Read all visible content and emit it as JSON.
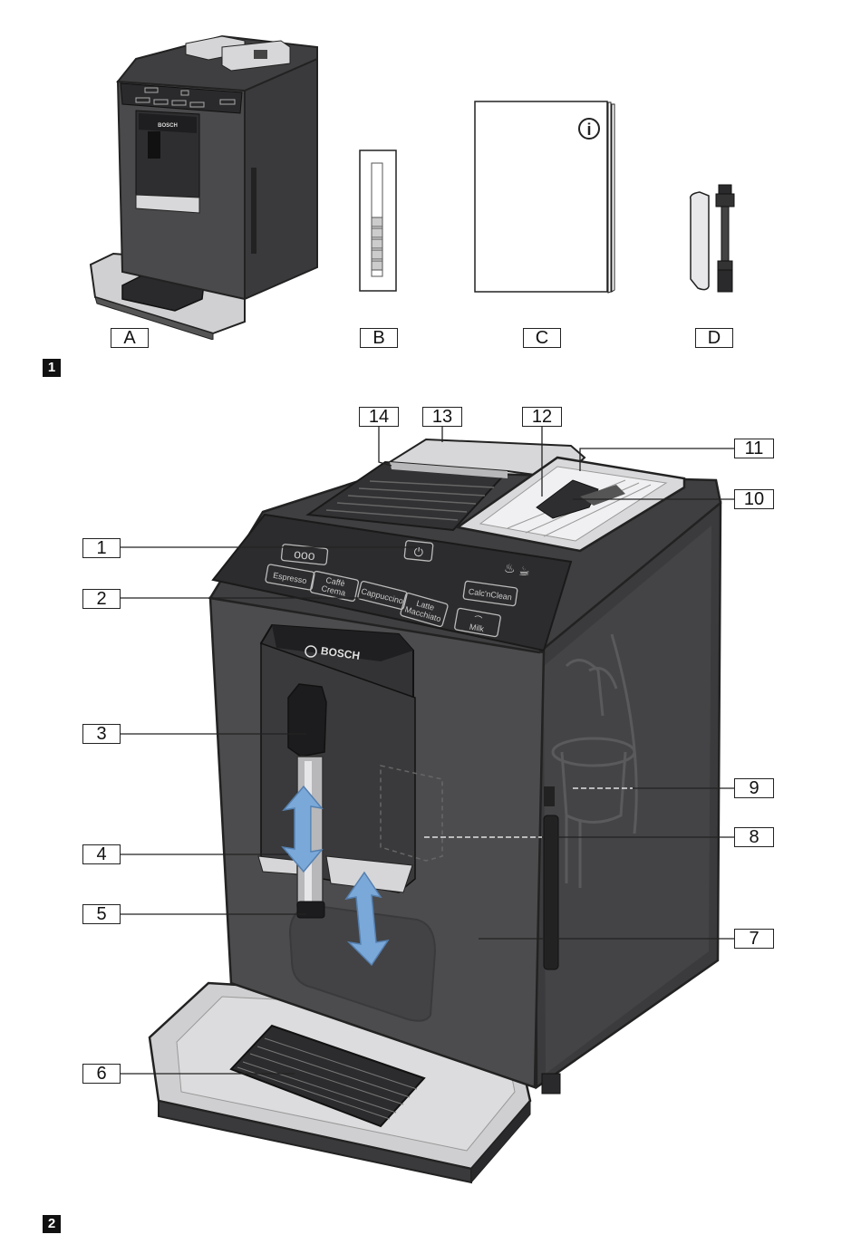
{
  "figure1": {
    "number": "1",
    "items": [
      {
        "id": "A"
      },
      {
        "id": "B"
      },
      {
        "id": "C"
      },
      {
        "id": "D"
      }
    ]
  },
  "figure2": {
    "number": "2",
    "callouts": [
      "1",
      "2",
      "3",
      "4",
      "5",
      "6",
      "7",
      "8",
      "9",
      "10",
      "11",
      "12",
      "13",
      "14"
    ],
    "brand": "BOSCH",
    "buttons": {
      "power": "⏻",
      "strength": "ooo",
      "espresso": "Espresso",
      "caffe_crema_1": "Caffè",
      "caffe_crema_2": "Crema",
      "cappuccino": "Cappuccino",
      "latte_1": "Latte",
      "latte_2": "Macchiato",
      "calc_clean": "Calc'nClean",
      "milk": "Milk"
    }
  },
  "small_machine": {
    "brand": "BOSCH"
  },
  "manual": {
    "info_symbol": "i"
  },
  "colors": {
    "body": "#4a4a4c",
    "body_dark": "#2e2e30",
    "steel": "#c9c9cb",
    "arrow": "#7aa8d8"
  }
}
